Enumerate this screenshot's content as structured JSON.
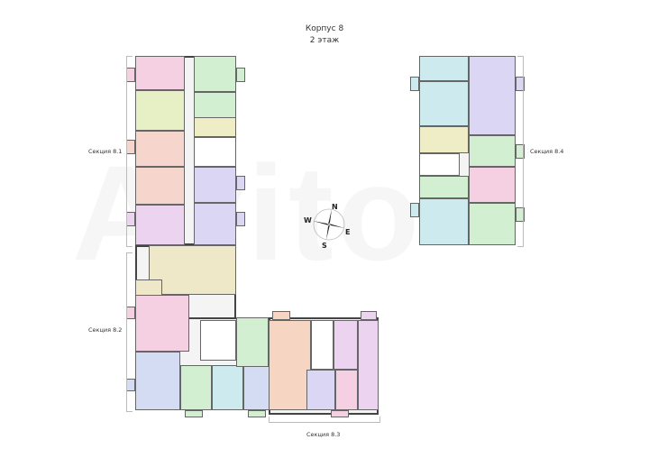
{
  "header": {
    "building": "Корпус 8",
    "floor": "2 этаж"
  },
  "sections": [
    {
      "label": "Секция 8.1"
    },
    {
      "label": "Секция 8.2"
    },
    {
      "label": "Секция 8.3"
    },
    {
      "label": "Секция 8.4"
    }
  ],
  "compass": {
    "n": "N",
    "s": "S",
    "e": "E",
    "w": "W"
  },
  "watermark": "Avito",
  "colors": {
    "pink": "#f4d0e2",
    "salmon": "#f6d6cc",
    "lightgreen": "#e6f0c4",
    "green": "#d3efd1",
    "yellow": "#efedc6",
    "lavender": "#dad6f4",
    "beige": "#efe8c8",
    "blue": "#d3dcf3",
    "teal": "#cdebef",
    "orange": "#f6d6c2",
    "purple": "#ecd4f1",
    "stairs": "#ffffff"
  }
}
